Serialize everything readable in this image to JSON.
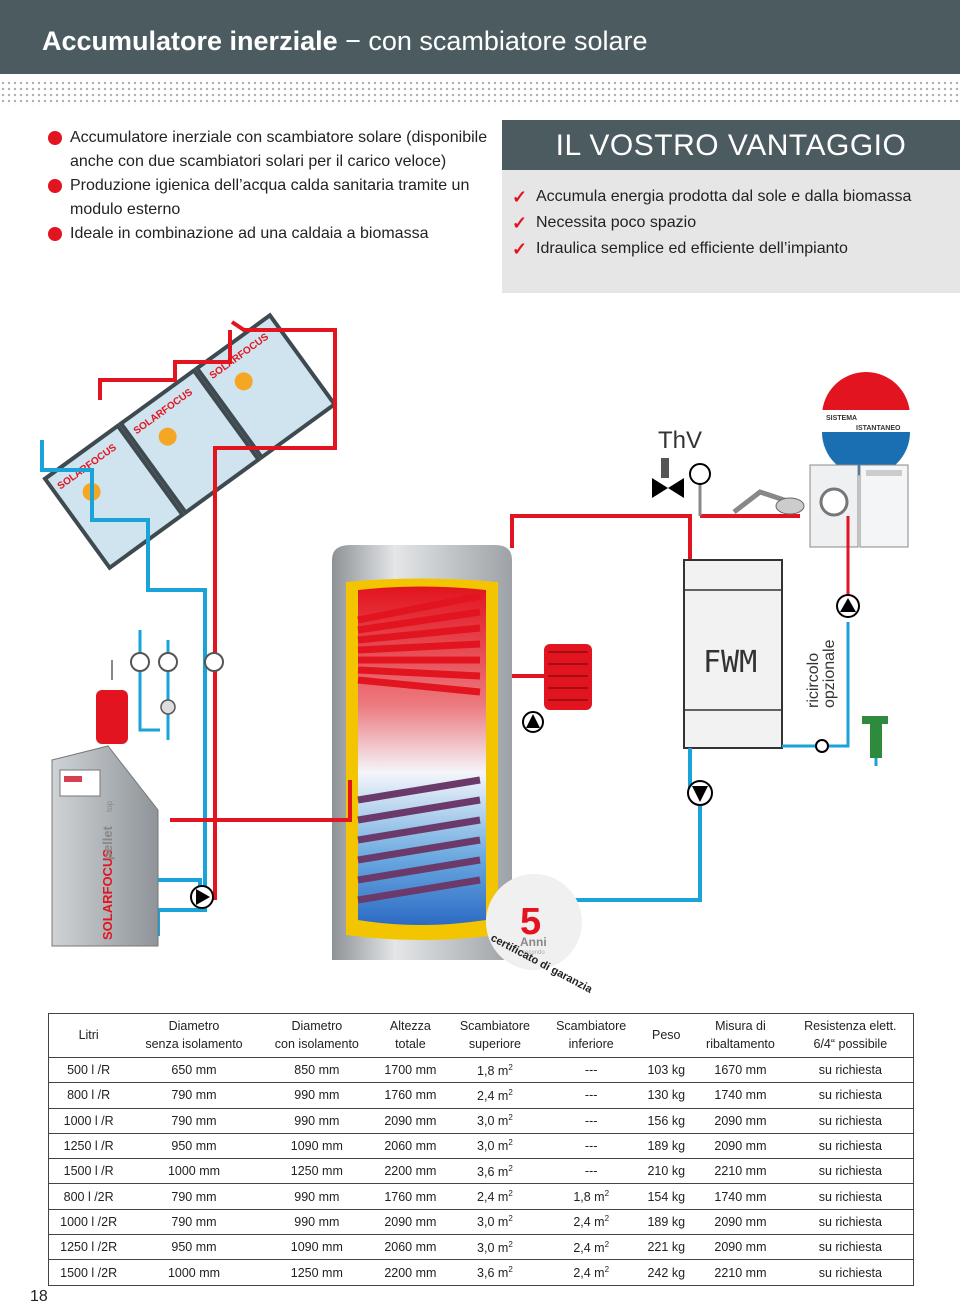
{
  "header": {
    "title_bold": "Accumulatore inerziale",
    "title_rest": " − con scambiatore solare"
  },
  "features": [
    "Accumulatore inerziale con scambiatore solare (disponibile anche con due scambiatori solari per il carico veloce)",
    "Produzione igienica dell’acqua calda sanitaria tramite un modulo esterno",
    "Ideale in combinazione ad una caldaia a biomassa"
  ],
  "vantaggio": {
    "title": "IL VOSTRO VANTAGGIO",
    "items": [
      "Accumula energia prodotta dal sole e dalla biomassa",
      "Necessita poco spazio",
      "Idraulica semplice ed efficiente dell’impianto"
    ]
  },
  "diagram": {
    "panel_brand": "SOLARFOCUS",
    "thv": "ThV",
    "sistema_line1": "SISTEMA",
    "sistema_line2": "ISTANTANEO",
    "fwm": "FWM",
    "ricircolo_line1": "ricircolo",
    "ricircolo_line2": "opzionale",
    "boiler_brand": "SOLARFOCUS",
    "boiler_model": "pellet",
    "boiler_top": "top",
    "warranty_number": "5",
    "warranty_anni": "Anni",
    "warranty_secondo": "secondo",
    "warranty_arc": "certificato di garanzia"
  },
  "table": {
    "headers": [
      [
        "Litri",
        ""
      ],
      [
        "Diametro",
        "senza isolamento"
      ],
      [
        "Diametro",
        "con isolamento"
      ],
      [
        "Altezza",
        "totale"
      ],
      [
        "Scambiatore",
        "superiore"
      ],
      [
        "Scambiatore",
        "inferiore"
      ],
      [
        "Peso",
        ""
      ],
      [
        "Misura di",
        "ribaltamento"
      ],
      [
        "Resistenza elett.",
        "6/4“ possibile"
      ]
    ],
    "rows": [
      [
        "500 l /R",
        "650 mm",
        "850 mm",
        "1700 mm",
        "1,8 m2",
        "---",
        "103 kg",
        "1670 mm",
        "su richiesta"
      ],
      [
        "800 l /R",
        "790 mm",
        "990 mm",
        "1760 mm",
        "2,4 m2",
        "---",
        "130 kg",
        "1740 mm",
        "su richiesta"
      ],
      [
        "1000 l /R",
        "790 mm",
        "990 mm",
        "2090 mm",
        "3,0 m2",
        "---",
        "156 kg",
        "2090 mm",
        "su richiesta"
      ],
      [
        "1250 l /R",
        "950 mm",
        "1090 mm",
        "2060 mm",
        "3,0 m2",
        "---",
        "189 kg",
        "2090 mm",
        "su richiesta"
      ],
      [
        "1500 l /R",
        "1000 mm",
        "1250 mm",
        "2200 mm",
        "3,6 m2",
        "---",
        "210 kg",
        "2210 mm",
        "su richiesta"
      ],
      [
        "800 l /2R",
        "790 mm",
        "990 mm",
        "1760 mm",
        "2,4 m2",
        "1,8 m2",
        "154 kg",
        "1740 mm",
        "su richiesta"
      ],
      [
        "1000 l /2R",
        "790 mm",
        "990 mm",
        "2090 mm",
        "3,0 m2",
        "2,4 m2",
        "189 kg",
        "2090 mm",
        "su richiesta"
      ],
      [
        "1250 l /2R",
        "950 mm",
        "1090 mm",
        "2060 mm",
        "3,0 m2",
        "2,4 m2",
        "221 kg",
        "2090 mm",
        "su richiesta"
      ],
      [
        "1500 l /2R",
        "1000 mm",
        "1250 mm",
        "2200 mm",
        "3,6 m2",
        "2,4 m2",
        "242 kg",
        "2210 mm",
        "su richiesta"
      ]
    ]
  },
  "page_number": "18",
  "colors": {
    "header": "#4c5b60",
    "accent_red": "#e2141f",
    "pipe_blue": "#1aa3d9",
    "pipe_red": "#e2141f",
    "tank_yellow": "#f2c500"
  }
}
